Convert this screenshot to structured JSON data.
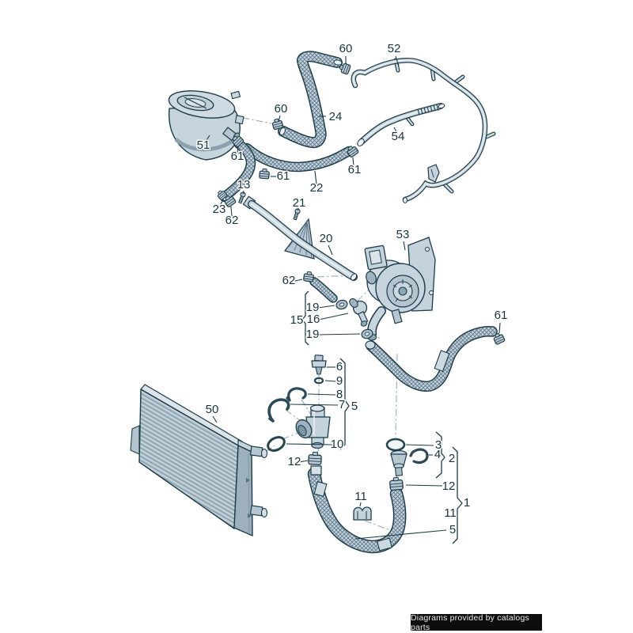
{
  "badge": {
    "text": "Diagrams provided by catalogs parts"
  },
  "colors": {
    "outline": "#1c3b49",
    "part_fill": "#c6d4dd",
    "part_shade": "#9fb4c0",
    "hatch": "#5a7585",
    "leader_dash": "#9db6c4",
    "label_text": "#17333f",
    "badge_bg": "#0e0e0e",
    "badge_text": "#eaeaea",
    "background": "#ffffff"
  },
  "labels": [
    "60",
    "52",
    "60",
    "24",
    "51",
    "61",
    "54",
    "61",
    "22",
    "13",
    "61",
    "23",
    "62",
    "21",
    "20",
    "53",
    "62",
    "19",
    "16",
    "15",
    "19",
    "61",
    "6",
    "9",
    "8",
    "7",
    "5",
    "10",
    "50",
    "12",
    "3",
    "4",
    "2",
    "12",
    "11",
    "11",
    "5",
    "1"
  ]
}
